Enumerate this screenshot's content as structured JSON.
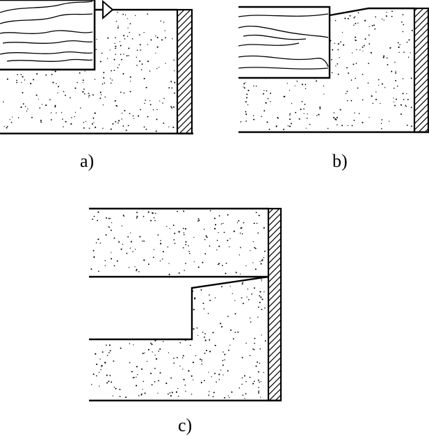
{
  "figure": {
    "panels": [
      {
        "id": "a",
        "caption": "a)"
      },
      {
        "id": "b",
        "caption": "b)"
      },
      {
        "id": "c",
        "caption": "c)"
      }
    ]
  }
}
